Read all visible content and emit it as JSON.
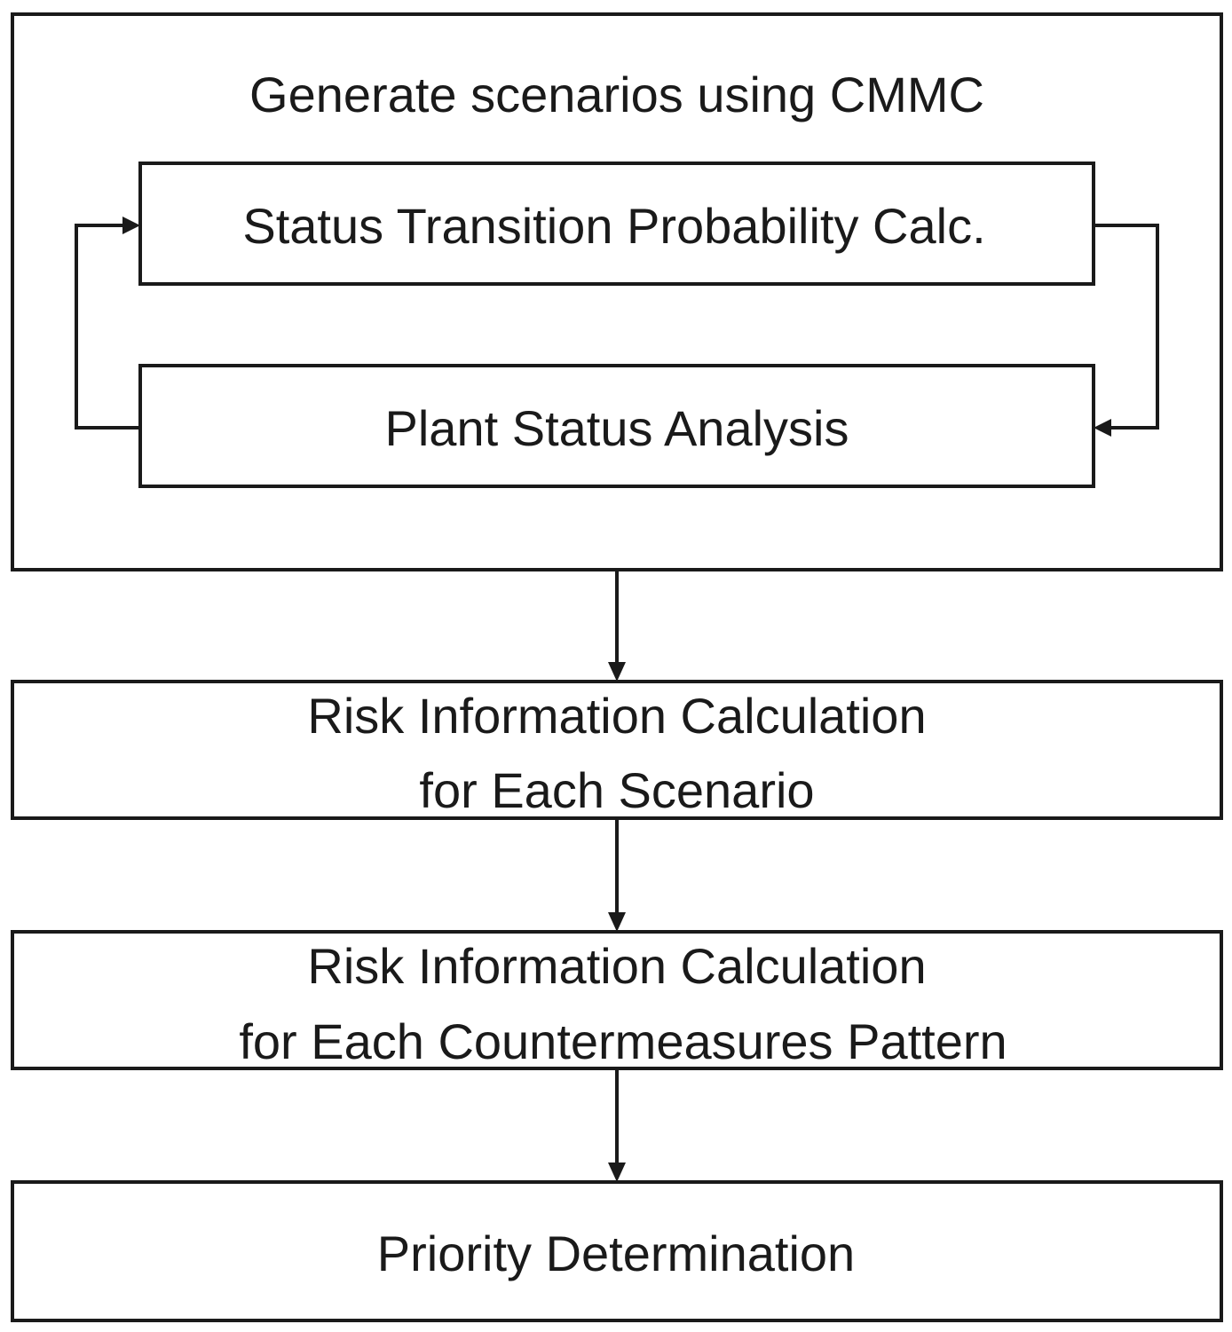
{
  "diagram": {
    "outer_box": {
      "title": "Generate scenarios using CMMC",
      "inner_top": "Status Transition Probability Calc.",
      "inner_bottom": "Plant Status Analysis"
    },
    "step_scenario": {
      "line1": "Risk Information Calculation",
      "line2": "for Each Scenario"
    },
    "step_pattern": {
      "line1": "Risk Information Calculation",
      "line2": "for Each Countermeasures Pattern"
    },
    "step_priority": {
      "label": "Priority Determination"
    }
  }
}
